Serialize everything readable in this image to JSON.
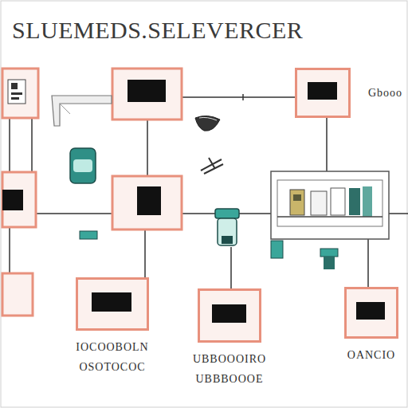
{
  "diagram": {
    "title": "SLUEMEDS.SELEVERCER",
    "nodes": [
      {
        "text": [
          "Gbooo"
        ]
      },
      {
        "text": [
          "IOCOOBOLN",
          "OSOTOCOC"
        ]
      },
      {
        "text": [
          "UBBOOOIRO",
          "UBBBOOOE"
        ]
      },
      {
        "text": [
          "OANCIO"
        ]
      }
    ]
  }
}
